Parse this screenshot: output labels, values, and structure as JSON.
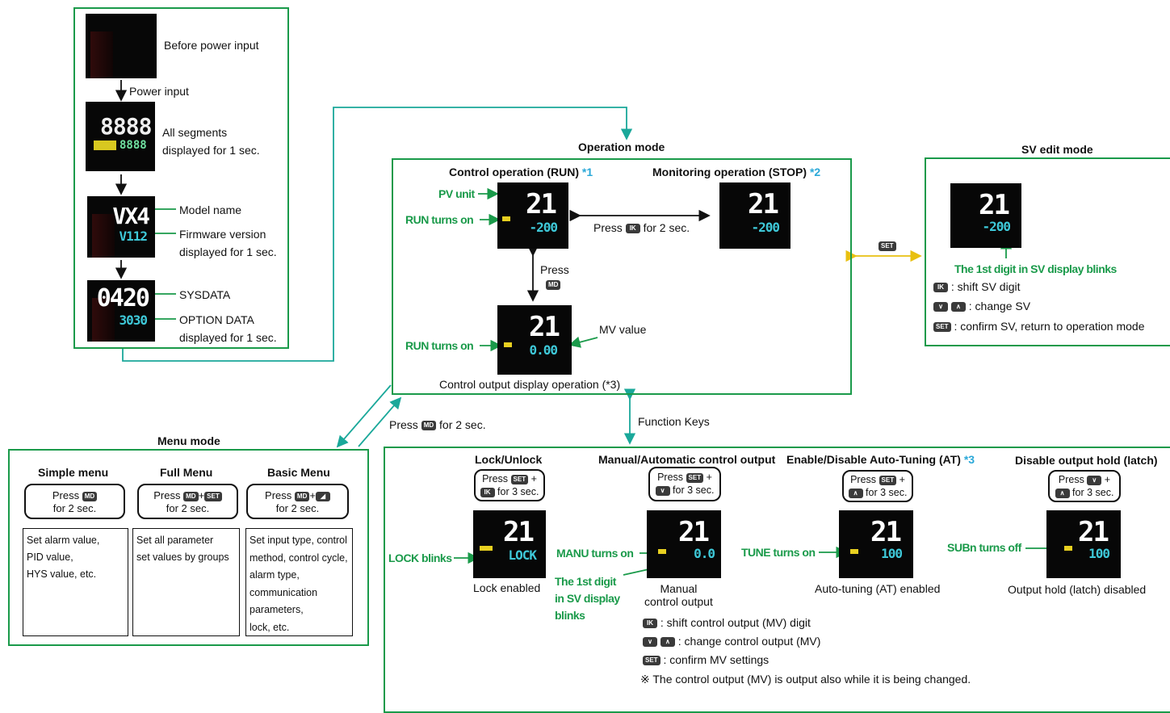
{
  "startup": {
    "before_power": "Before power input",
    "power_input": "Power input",
    "all_segments": [
      "All segments",
      "displayed for 1 sec."
    ],
    "model_name": "Model name",
    "firmware": [
      "Firmware version",
      "displayed for 1 sec."
    ],
    "sysdata": "SYSDATA",
    "option_data": [
      "OPTION DATA",
      "displayed for 1 sec."
    ],
    "display_model": "VX4",
    "display_firmware": "V112",
    "display_sysdata": "0420",
    "display_option": "3030"
  },
  "operation": {
    "title": "Operation mode",
    "run_title": "Control operation (RUN)",
    "run_note": "*1",
    "stop_title": "Monitoring operation (STOP)",
    "stop_note": "*2",
    "pv_unit": "PV unit",
    "run_turns_on": "RUN turns on",
    "press": "Press",
    "for_2sec": "for 2 sec.",
    "press_md": "Press",
    "mv_value": "MV value",
    "run_turns_on_2": "RUN turns on",
    "output_display": "Control output display operation (*3)",
    "pv_display": "21",
    "sv_display": "-200",
    "mv_display": "0.00"
  },
  "sv_edit": {
    "title": "SV edit mode",
    "blinks": "The 1st digit in SV display blinks",
    "shift": ": shift SV digit",
    "change": ": change SV",
    "confirm": ": confirm SV,  return to operation mode"
  },
  "menu": {
    "title": "Menu mode",
    "press_md_2sec": "Press",
    "for_2sec": "for 2 sec.",
    "simple": {
      "title": "Simple menu",
      "press": "Press",
      "for": "for 2 sec.",
      "lines": [
        "Set alarm value,",
        "PID value,",
        "HYS value, etc."
      ]
    },
    "full": {
      "title": "Full Menu",
      "press": "Press",
      "for": "for 2 sec.",
      "lines": [
        "Set all parameter",
        "set values by groups"
      ]
    },
    "basic": {
      "title": "Basic Menu",
      "press": "Press",
      "for": "for 2 sec.",
      "lines": [
        "Set input type, control",
        "method, control cycle,",
        "alarm type,",
        "communication",
        "parameters,",
        "lock, etc."
      ]
    }
  },
  "function_keys": {
    "title": "Function Keys",
    "lock": {
      "title": "Lock/Unlock",
      "press": "Press",
      "for": "for 3 sec.",
      "label": "LOCK blinks",
      "caption": "Lock enabled",
      "display": "LOCK"
    },
    "manual": {
      "title": "Manual/Automatic control output",
      "press": "Press",
      "for": "for 3 sec.",
      "label": "MANU turns on",
      "blinks": [
        "The 1st digit",
        "in SV display",
        "blinks"
      ],
      "caption": [
        "Manual",
        "control output"
      ],
      "display": "0.0"
    },
    "at": {
      "title": "Enable/Disable Auto-Tuning (AT)",
      "note": "*3",
      "press": "Press",
      "for": "for 3 sec.",
      "label": "TUNE turns on",
      "caption": "Auto-tuning (AT) enabled",
      "display": "100"
    },
    "hold": {
      "title": "Disable output hold (latch)",
      "press": "Press",
      "for": "for 3 sec.",
      "label": "SUBn turns off",
      "caption": "Output hold (latch) disabled",
      "display": "100"
    },
    "shift": ": shift control output (MV) digit",
    "change": ": change control output (MV)",
    "confirm": ": confirm MV settings",
    "footnote": "※ The control output (MV) is output also while it is being changed."
  },
  "keys": {
    "set": "SET",
    "md": "MD",
    "shift": "IK",
    "down": "∨",
    "up": "∧",
    "plus": "+"
  },
  "colors": {
    "green": "#1a9a4a",
    "cyan": "#2aa8d8",
    "yellow": "#e8d020",
    "dark": "#070707"
  }
}
